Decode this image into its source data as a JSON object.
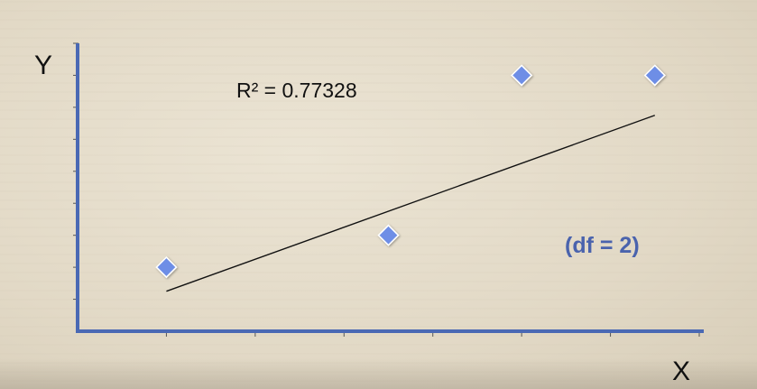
{
  "chart_data": {
    "type": "scatter",
    "xlabel": "X",
    "ylabel": "Y",
    "x": [
      1,
      3.5,
      5,
      6.5
    ],
    "y": [
      2,
      3,
      8,
      8
    ],
    "xlim": [
      0,
      7
    ],
    "ylim": [
      0,
      9
    ],
    "trendline": {
      "slope": 1.0,
      "intercept": 0.25
    },
    "annotations": {
      "r_squared": "R² = 0.77328",
      "df": "(df = 2)"
    },
    "grid": false,
    "colors": {
      "axis": "#4a69b4",
      "marker": "#6e8ee6",
      "marker_edge": "#ffffff",
      "trendline": "#111111",
      "df_text": "#4a63ad"
    }
  }
}
